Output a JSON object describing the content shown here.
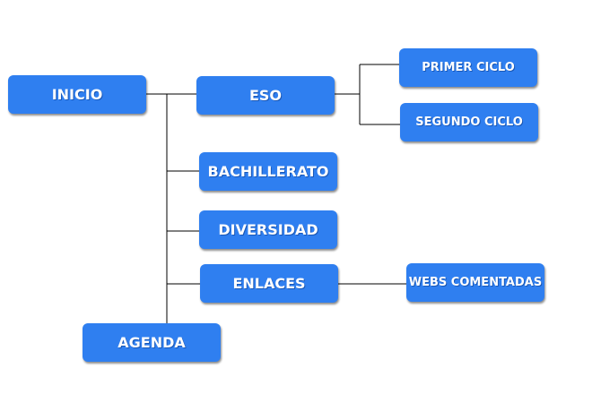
{
  "nodes": {
    "inicio": "INICIO",
    "eso": "ESO",
    "primer_ciclo": "PRIMER CICLO",
    "segundo_ciclo": "SEGUNDO CICLO",
    "bachillerato": "BACHILLERATO",
    "diversidad": "DIVERSIDAD",
    "enlaces": "ENLACES",
    "webs_comentadas": "WEBS COMENTADAS",
    "agenda": "AGENDA"
  },
  "structure": {
    "INICIO": [
      "ESO",
      "BACHILLERATO",
      "DIVERSIDAD",
      "ENLACES",
      "AGENDA"
    ],
    "ESO": [
      "PRIMER CICLO",
      "SEGUNDO CICLO"
    ],
    "ENLACES": [
      "WEBS COMENTADAS"
    ]
  },
  "colors": {
    "node_fill": "#2f7ff0",
    "node_text": "#ffffff",
    "connector": "#000000",
    "background": "#ffffff"
  }
}
